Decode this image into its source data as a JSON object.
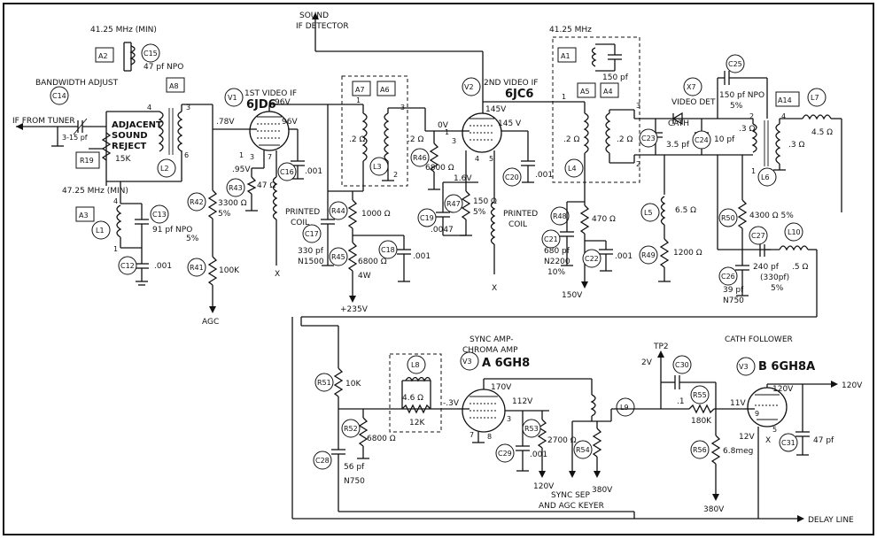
{
  "labels": {
    "freq_a2": "41.25 MHz (MIN)",
    "bandwidth_adjust": "BANDWIDTH ADJUST",
    "if_from_tuner": "IF FROM TUNER",
    "adjacent_sound_reject_1": "ADJACENT",
    "adjacent_sound_reject_2": "SOUND",
    "adjacent_sound_reject_3": "REJECT",
    "r19_value": "15K",
    "freq_a3": "47.25 MHz (MIN)",
    "c13_value": "91 pf NPO",
    "c13_tol": "5%",
    "c12_value": ".001",
    "c14_value": "3-15 pf",
    "c15_value": "47 pf NPO",
    "v1_title": "1ST VIDEO IF",
    "v1_tube": "6JD6",
    "v1_plate_v": "96V",
    "v1_screen_v": "96V",
    "v1_grid_v": ".78V",
    "v1_cath_v": ".95V",
    "r43_value": "47 Ω",
    "c16_value": ".001",
    "printed_coil_1a": "PRINTED",
    "printed_coil_1b": "COIL",
    "r42_value": "3300 Ω",
    "r42_tol": "5%",
    "r41_value": "100K",
    "agc": "AGC",
    "sound_if_detector_1": "SOUND",
    "sound_if_detector_2": "IF DETECTOR",
    "l3_z1": ".2 Ω",
    "l3_z2": ".2 Ω",
    "r44_value": "1000 Ω",
    "c17_value": "330 pf",
    "c17_type": "N1500",
    "r45_value": "6800 Ω",
    "r45_watt": "4W",
    "c18_value": ".001",
    "plus235v": "+235V",
    "r46_value": "6800 Ω",
    "zero_v": "0V",
    "v2_title": "2ND VIDEO IF",
    "v2_tube": "6JC6",
    "v2_plate_v": "145V",
    "v2_screen_v": "145 V",
    "v2_cath_v": "1.6V",
    "r47_value": "150 Ω",
    "r47_tol": "5%",
    "c19_value": ".0047",
    "c20_value": ".001",
    "printed_coil_2a": "PRINTED",
    "printed_coil_2b": "COIL",
    "freq_a1": "41.25 MHz",
    "a1_cap": "150 pf",
    "l4_z1": ".2 Ω",
    "l4_z2": ".2 Ω",
    "r48_value": "470 Ω",
    "c21_value": "680 pf",
    "c21_type": "N2200",
    "c21_tol": "10%",
    "c22_value": ".001",
    "v150": "150V",
    "x7_label": "VIDEO DET",
    "cath": "CATH",
    "c23_value": "3.5 pf",
    "c24_value": "10 pf",
    "c25_value": "150 pf NPO",
    "c25_tol": "5%",
    "l6_z1": ".3 Ω",
    "l6_z2": ".3 Ω",
    "l7_value": "4.5 Ω",
    "l5_value": "6.5 Ω",
    "r49_value": "1200 Ω",
    "r50_value": "4300 Ω 5%",
    "c27_value": "240 pf",
    "c27_alt": "(330pf)",
    "c27_tol": "5%",
    "l10_value": ".5 Ω",
    "c26_value": "39 pf",
    "c26_type": "N750",
    "r51_value": "10K",
    "r52_value": "6800 Ω",
    "c28_value": "56 pf",
    "c28_type": "N750",
    "l8_value": "4.6 Ω",
    "r_12k": "12K",
    "v3a_title_1": "SYNC AMP-",
    "v3a_title_2": "CHROMA AMP",
    "v3a_tube": "A 6GH8",
    "v3a_grid_v": "-.3V",
    "v3a_plate_v": "170V",
    "v3a_screen_v": "112V",
    "r53_value": "2700 Ω",
    "c29_value": ".001",
    "v120_a": "120V",
    "sync_sep_1": "SYNC SEP",
    "sync_sep_2": "AND AGC KEYER",
    "v380_a": "380V",
    "tp2": "TP2",
    "v2v": "2V",
    "c30_value": ".1",
    "r55_value": "180K",
    "r56_value": "6.8meg",
    "v380_b": "380V",
    "cath_follower": "CATH FOLLOWER",
    "v3b_tube": "B 6GH8A",
    "v3b_grid_v": "11V",
    "v3b_plate_v": "120V",
    "v3b_cath_v": "12V",
    "c31_value": "47 pf",
    "v120_out": "120V",
    "delay_line": "DELAY LINE"
  },
  "refs": {
    "a2": "A2",
    "c15": "C15",
    "c14": "C14",
    "a8": "A8",
    "r19": "R19",
    "l2": "L2",
    "a3": "A3",
    "c13": "C13",
    "l1": "L1",
    "c12": "C12",
    "v1": "V1",
    "r43": "R43",
    "c16": "C16",
    "r42": "R42",
    "r41": "R41",
    "a7": "A7",
    "a6": "A6",
    "l3": "L3",
    "r44": "R44",
    "c17": "C17",
    "r45": "R45",
    "c18": "C18",
    "r46": "R46",
    "v2": "V2",
    "r47": "R47",
    "c19": "C19",
    "c20": "C20",
    "a1": "A1",
    "a5": "A5",
    "a4": "A4",
    "l4": "L4",
    "r48": "R48",
    "c21": "C21",
    "c22": "C22",
    "x7": "X7",
    "c23": "C23",
    "c24": "C24",
    "c25": "C25",
    "a14": "A14",
    "l7": "L7",
    "l6": "L6",
    "l5": "L5",
    "r49": "R49",
    "r50": "R50",
    "c27": "C27",
    "l10": "L10",
    "c26": "C26",
    "r51": "R51",
    "r52": "R52",
    "c28": "C28",
    "l8": "L8",
    "v3a": "V3",
    "r53": "R53",
    "c29": "C29",
    "r54": "R54",
    "l9": "L9",
    "c30": "C30",
    "r55": "R55",
    "r56": "R56",
    "v3b": "V3",
    "c31": "C31"
  },
  "pins": {
    "p1": "1",
    "p2": "2",
    "p3": "3",
    "p4": "4",
    "p5": "5",
    "p6": "6",
    "p7": "7",
    "p8": "8",
    "p9": "9",
    "x": "X"
  },
  "colors": {
    "ink": "#111111",
    "paper": "#ffffff"
  }
}
